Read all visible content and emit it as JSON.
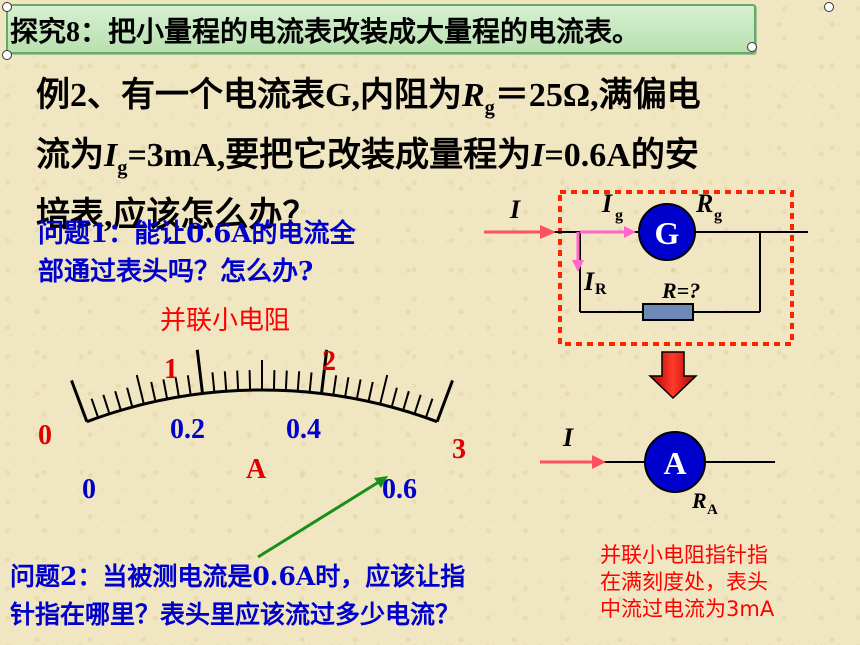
{
  "header": {
    "title": "探究8：把小量程的电流表改装成大量程的电流表。"
  },
  "example": {
    "line1_a": "例2、有一个电流表G,内阻为",
    "line1_var": "R",
    "line1_sub": "g",
    "line1_b": "＝25Ω,满偏电",
    "line2_a": "流为",
    "line2_var": "I",
    "line2_sub": "g",
    "line2_b": "=3mA,要把它改装成量程为",
    "line2_var2": "I",
    "line2_c": "=0.6A的安",
    "line3": "培表,应该怎么办？"
  },
  "question1": {
    "line1": "问题1：能让0.6A的电流全",
    "line2": "部通过表头吗？怎么办?"
  },
  "hint": "并联小电阻",
  "meter": {
    "top_labels": [
      "1",
      "2",
      "3"
    ],
    "top_zero": "0",
    "bottom_labels": [
      "0.2",
      "0.4",
      "0.6"
    ],
    "bottom_zero": "0",
    "unit": "A"
  },
  "circuit1": {
    "current_label": "I",
    "branch_g_label": "I",
    "branch_g_sub": "g",
    "galvanometer": "G",
    "rg_label": "R",
    "rg_sub": "g",
    "branch_r_label": "I",
    "branch_r_sub": "R",
    "r_label": "R=?"
  },
  "circuit2": {
    "current_label": "I",
    "ammeter": "A",
    "ra_label": "R",
    "ra_sub": "A"
  },
  "question2": {
    "line1": "问题2：当被测电流是0.6A时，应该让指",
    "line2": "针指在哪里？表头里应该流过多少电流？"
  },
  "answer": {
    "line1": "并联小电阻指针指",
    "line2": "在满刻度处，表头",
    "line3": "中流过电流为3mA"
  },
  "colors": {
    "banner": "#b9e0b0",
    "blue": "#0000cc",
    "red": "#ff0000",
    "pointer": "#1a8f1a"
  }
}
